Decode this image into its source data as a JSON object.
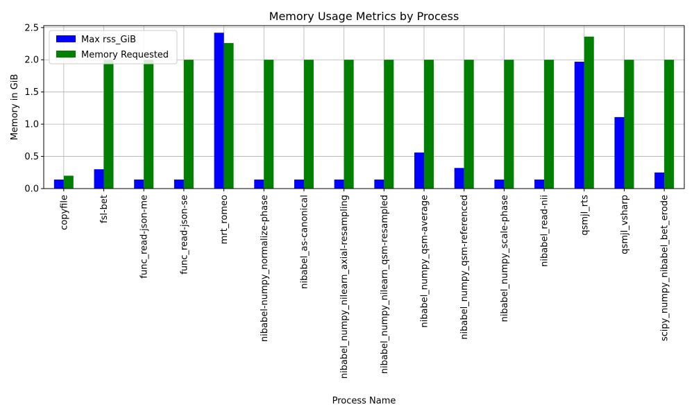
{
  "chart_data": {
    "type": "bar",
    "title": "Memory Usage Metrics by Process",
    "xlabel": "Process Name",
    "ylabel": "Memory in GiB",
    "ylim": [
      0,
      2.53
    ],
    "yticks": [
      "0.0",
      "0.5",
      "1.0",
      "1.5",
      "2.0",
      "2.5"
    ],
    "grid": true,
    "legend_position": "top-left",
    "categories": [
      "copyfile",
      "fsl-bet",
      "func_read-json-me",
      "func_read-json-se",
      "mrt_romeo",
      "nibabel-numpy_normalize-phase",
      "nibabel_as-canonical",
      "nibabel_numpy_nilearn_axial-resampling",
      "nibabel_numpy_nilearn_qsm-resampled",
      "nibabel_numpy_qsm-average",
      "nibabel_numpy_qsm-referenced",
      "nibabel_numpy_scale-phase",
      "nibabel_read-nii",
      "qsmjl_rts",
      "qsmjl_vsharp",
      "scipy_numpy_nibabel_bet_erode"
    ],
    "series": [
      {
        "name": "Max rss_GiB",
        "color": "#0000ff",
        "values": [
          0.14,
          0.3,
          0.14,
          0.14,
          2.42,
          0.14,
          0.14,
          0.14,
          0.14,
          0.56,
          0.32,
          0.14,
          0.14,
          1.97,
          1.11,
          0.25
        ]
      },
      {
        "name": "Memory Requested",
        "color": "#008000",
        "values": [
          0.2,
          2.0,
          2.0,
          2.0,
          2.26,
          2.0,
          2.0,
          2.0,
          2.0,
          2.0,
          2.0,
          2.0,
          2.0,
          2.36,
          2.0,
          2.0
        ]
      }
    ]
  }
}
